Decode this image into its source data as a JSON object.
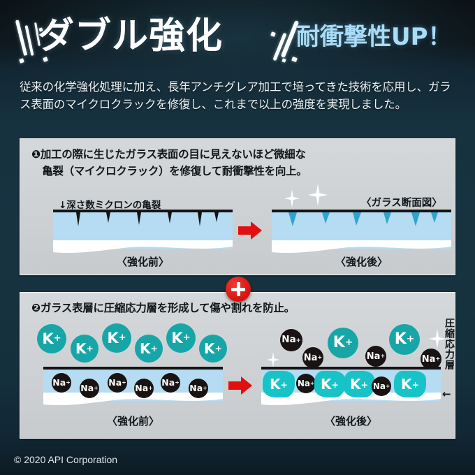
{
  "header": {
    "title_main": "ダブル強化",
    "title_sub": "耐衝撃性UP！",
    "title_color": "#ffffff",
    "sub_color": "#a9dcf6"
  },
  "lead": {
    "text": "従来の化学強化処理に加え、長年アンチグレア加工で培ってきた技術を応用し、ガラス表面のマイクロクラックを修復し、これまで以上の強度を実現しました。"
  },
  "panel1": {
    "heading_line1": "❶加工の際に生じたガラス表面の目に見えないほど微細な",
    "heading_line2": "　亀裂（マイクロクラック）を修復して耐衝撃性を向上。",
    "crack_label": "↓深さ数ミクロンの亀裂",
    "cross_section_label": "〈ガラス断面図〉",
    "caption_before": "〈強化前〉",
    "caption_after": "〈強化後〉"
  },
  "panel2": {
    "heading": "❷ガラス表層に圧縮応力層を形成して傷や割れを防止。",
    "caption_before": "〈強化前〉",
    "caption_after": "〈強化後〉",
    "stress_layer_label": "圧縮応力層",
    "stress_layer_arrow": "←",
    "ion_k": "K",
    "ion_na": "Na",
    "ion_charge": "+"
  },
  "plus_badge": {
    "symbol": "+",
    "color": "#d6130f"
  },
  "colors": {
    "teal": "#17a6a8",
    "teal_bright": "#17c3c6",
    "glass_blue": "#b5dcf2",
    "panel_bg": "#d0d3d5",
    "red_arrow": "#e10f0f",
    "background_dark": "#16303f"
  },
  "footer": {
    "copyright": "© 2020 API Corporation"
  }
}
